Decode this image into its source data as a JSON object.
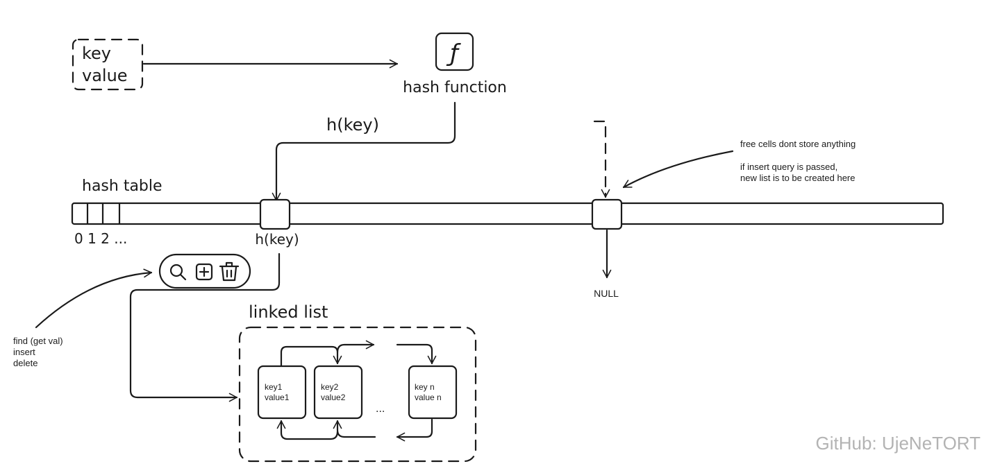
{
  "input_box": {
    "key_label": "key",
    "value_label": "value"
  },
  "hash_function": {
    "icon": "function-icon",
    "glyph": "ƒ",
    "label": "hash function"
  },
  "arrow_label_top": "h(key)",
  "hash_table": {
    "title": "hash table",
    "index_labels": "0 1 2 ...",
    "cell_label": "h(key)"
  },
  "free_cell_note": {
    "line1": "free cells dont store anything",
    "line2": "if insert query is passed,",
    "line3": "new list is to be created here"
  },
  "null_label": "NULL",
  "operations": {
    "icons": [
      "search-icon",
      "plus-icon",
      "trash-icon"
    ],
    "note_line1": "find (get val)",
    "note_line2": "insert",
    "note_line3": "delete"
  },
  "linked_list": {
    "title": "linked list",
    "nodes": [
      {
        "key": "key1",
        "value": "value1"
      },
      {
        "key": "key2",
        "value": "value2"
      },
      {
        "key": "key n",
        "value": "value n"
      }
    ],
    "ellipsis": "..."
  },
  "watermark": "GitHub: UjeNeTORT",
  "colors": {
    "ink": "#1a1a1a",
    "watermark": "#b3b3b3",
    "background": "#ffffff"
  }
}
